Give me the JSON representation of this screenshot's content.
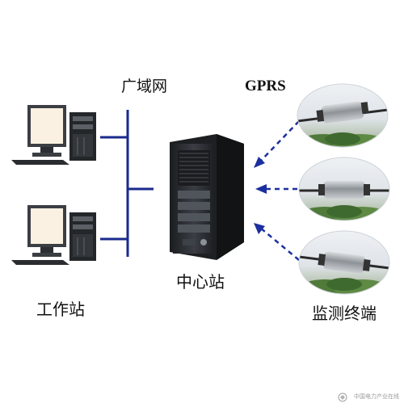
{
  "labels": {
    "wan": "广域网",
    "gprs": "GPRS",
    "center_station": "中心站",
    "workstation": "工作站",
    "monitoring_terminal": "监测终端"
  },
  "watermark": {
    "text": "中国电力产业在线"
  },
  "colors": {
    "bus_line": "#1a2a8c",
    "gprs_arrow": "#1b2fa0",
    "server_body": "#2a2d31",
    "monitor_screen": "#fbf1e2",
    "sky": "#e6eaef",
    "foliage": "#4f7a3a"
  }
}
